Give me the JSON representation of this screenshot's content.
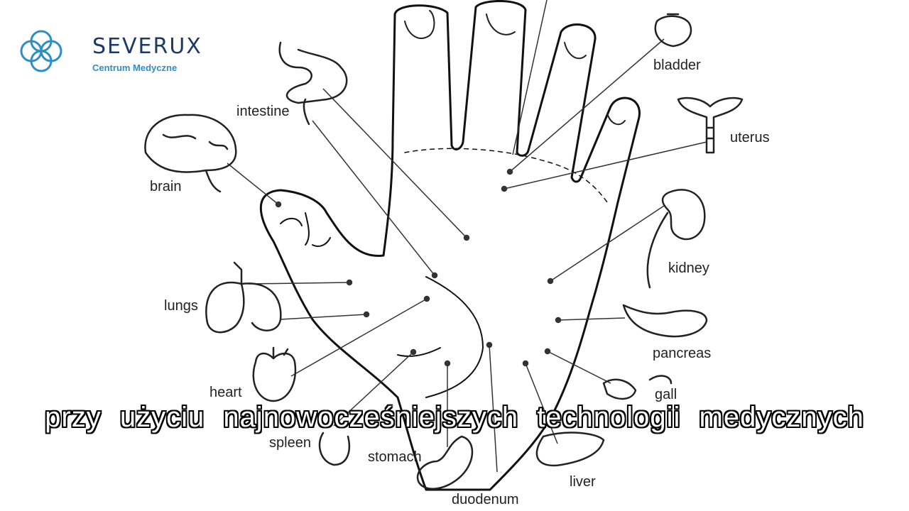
{
  "brand": {
    "name": "SEVERUX",
    "tagline": "Centrum Medyczne",
    "accent_color": "#2e8fc4",
    "text_color": "#1d3a66"
  },
  "diagram": {
    "labels": {
      "intestine": "intestine",
      "brain": "brain",
      "lungs": "lungs",
      "heart": "heart",
      "spleen": "spleen",
      "stomach": "stomach",
      "duodenum": "duodenum",
      "liver": "liver",
      "gall": "gall",
      "pancreas": "pancreas",
      "kidney": "kidney",
      "uterus": "uterus",
      "bladder": "bladder"
    }
  },
  "subtitle": "przy użyciu najnowocześniejszych technologii medycznych"
}
